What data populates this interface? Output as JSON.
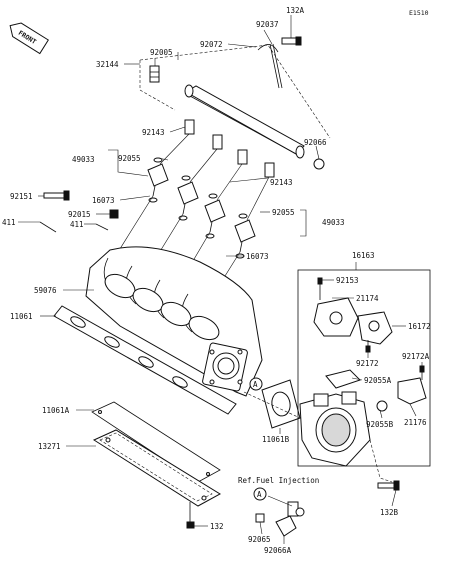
{
  "page_code": "E1510",
  "front_marker": "FRONT",
  "ref_note": "Ref.Fuel Injection",
  "callout_marker": "A",
  "part_labels": {
    "p132A": "132A",
    "p92037": "92037",
    "p92072": "92072",
    "p32144": "32144",
    "p92005": "92005",
    "p92066": "92066",
    "p92143a": "92143",
    "p49033a": "49033",
    "p92055a": "92055",
    "p92143b": "92143",
    "p92151": "92151",
    "p16073a": "16073",
    "p92015": "92015",
    "p411a": "411",
    "p411b": "411",
    "p92055b": "92055",
    "p49033b": "49033",
    "p16073b": "16073",
    "p16163": "16163",
    "p92153": "92153",
    "p21174": "21174",
    "p16172": "16172",
    "p59076": "59076",
    "p92172": "92172",
    "p92172A": "92172A",
    "p11061": "11061",
    "p92055A": "92055A",
    "p21176": "21176",
    "p92055B": "92055B",
    "p11061A": "11061A",
    "p11061B": "11061B",
    "p13271": "13271",
    "p132B": "132B",
    "p132": "132",
    "p92065": "92065",
    "p92066A": "92066A"
  }
}
